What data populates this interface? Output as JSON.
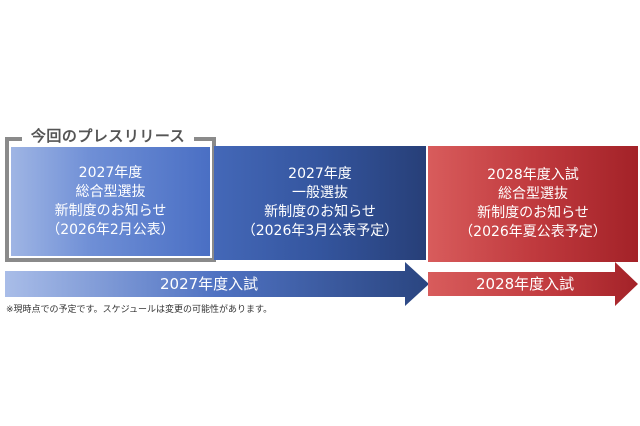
{
  "diagram": {
    "current_release_label": "今回のプレスリリース",
    "boxes": [
      {
        "lines": [
          "2027年度",
          "総合型選抜",
          "新制度のお知らせ",
          "（2026年2月公表）"
        ],
        "color_start": "#9fb5e4",
        "color_end": "#4a6fc4",
        "highlighted": true
      },
      {
        "lines": [
          "2027年度",
          "一般選抜",
          "新制度のお知らせ",
          "（2026年3月公表予定）"
        ],
        "color_start": "#4468b8",
        "color_end": "#273f78",
        "highlighted": false
      },
      {
        "lines": [
          "2028年度入試",
          "総合型選抜",
          "新制度のお知らせ",
          "（2026年夏公表予定）"
        ],
        "color_start": "#d85c5c",
        "color_end": "#a32228",
        "highlighted": false
      }
    ],
    "arrows": [
      {
        "label": "2027年度入試",
        "color_start": "#a9bde8",
        "color_end": "#2a4580"
      },
      {
        "label": "2028年度入試",
        "color_start": "#d85c5c",
        "color_end": "#a32228"
      }
    ],
    "note": "※現時点での予定です。スケジュールは変更の可能性があります。"
  }
}
